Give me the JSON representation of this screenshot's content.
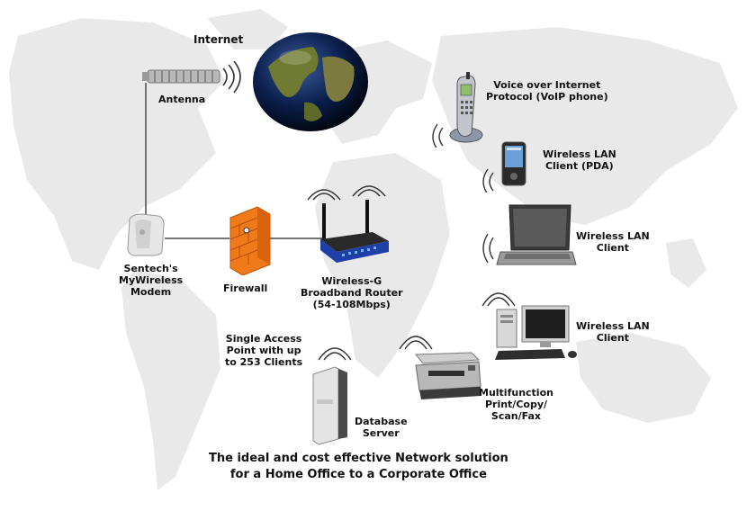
{
  "labels": {
    "internet": "Internet",
    "antenna": "Antenna",
    "modem": [
      "Sentech's",
      "MyWireless",
      "Modem"
    ],
    "firewall": "Firewall",
    "router": [
      "Wireless-G",
      "Broadband Router",
      "(54-108Mbps)"
    ],
    "voip": [
      "Voice over Internet",
      "Protocol (VoIP phone)"
    ],
    "pda": [
      "Wireless LAN",
      "Client (PDA)"
    ],
    "laptop": [
      "Wireless LAN",
      "Client"
    ],
    "desktop": [
      "Wireless LAN",
      "Client"
    ],
    "access_point": [
      "Single Access",
      "Point with up",
      "to 253 Clients"
    ],
    "database": [
      "Database",
      "Server"
    ],
    "printer": [
      "Multifunction",
      "Print/Copy/",
      "Scan/Fax"
    ]
  },
  "footer": {
    "line1": "The ideal and cost effective Network solution",
    "line2": "for a Home Office to a Corporate Office"
  },
  "colors": {
    "map_gray": "#e9e9e9",
    "globe_ocean": "#0b1f4d",
    "globe_land": "#6f7a33",
    "firewall": "#f07a1a",
    "router_blue": "#1f3fa8",
    "wire": "#222222"
  },
  "icons": {
    "globe": "globe-icon",
    "antenna": "antenna-icon",
    "modem": "modem-icon",
    "firewall": "firewall-icon",
    "router": "router-icon",
    "phone": "phone-icon",
    "pda": "pda-icon",
    "laptop": "laptop-icon",
    "desktop": "desktop-icon",
    "server": "server-icon",
    "printer": "printer-icon",
    "signal": "wireless-signal-icon"
  }
}
